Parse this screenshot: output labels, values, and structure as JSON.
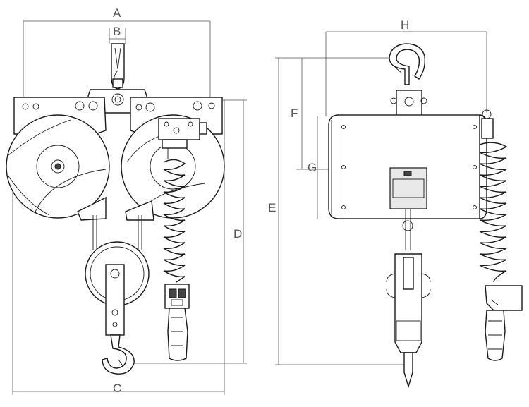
{
  "dimension_labels": {
    "A": "A",
    "B": "B",
    "C": "C",
    "D": "D",
    "E": "E",
    "F": "F",
    "G": "G",
    "H": "H"
  }
}
